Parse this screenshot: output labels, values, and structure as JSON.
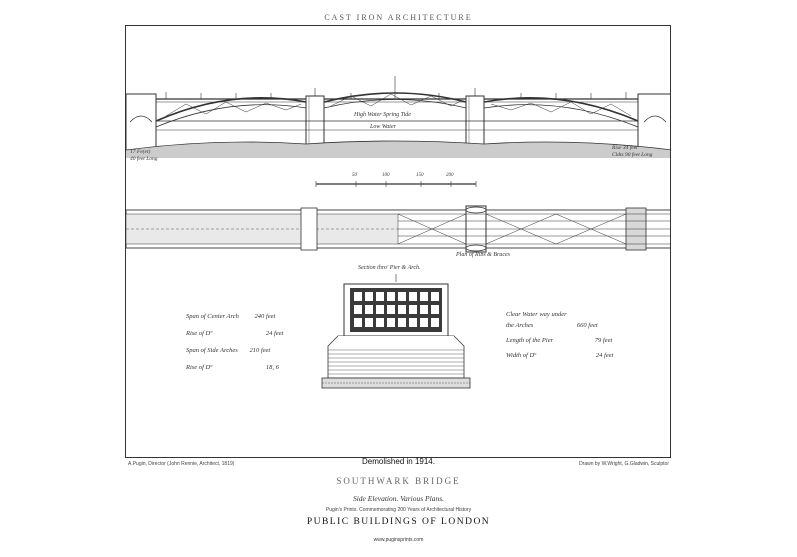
{
  "header": {
    "title": "CAST IRON ARCHITECTURE"
  },
  "elevation": {
    "high_water": "High Water Spring Tide",
    "low_water": "Low Water",
    "left_note_1": "17 Fe(et)",
    "left_note_2": "40 feet Long",
    "right_note_1": "Rise 34 feet",
    "right_note_2": "Cldts 90 feet Long"
  },
  "scale_bar": {
    "labels": [
      "50",
      "100",
      "150",
      "200"
    ]
  },
  "plan": {
    "label": "Plan of Ribs & Braces"
  },
  "section": {
    "label": "Section thro' Pier & Arch."
  },
  "dimensions_left": [
    {
      "label": "Span of Center Arch",
      "value": "240 feet"
    },
    {
      "label": "Rise of Dº",
      "value": "24 feet"
    },
    {
      "label": "Span of Side Arches",
      "value": "210 feet"
    },
    {
      "label": "Rise of Dº",
      "value": "18, 6"
    }
  ],
  "dimensions_right": [
    {
      "label": "Clear Water way under",
      "value": ""
    },
    {
      "label": "the Arches",
      "value": "660 feet"
    },
    {
      "label": "Length of the Pier",
      "value": "79 feet"
    },
    {
      "label": "Width of Dº",
      "value": "24 feet"
    }
  ],
  "credits": {
    "left": "A.Pugin, Director (John Rennie, Architect, 1819)",
    "right": "Drawn by W.Wright, G.Gladwin, Sculptor"
  },
  "demolished": "Demolished in 1914.",
  "bridge_name": "SOUTHWARK BRIDGE",
  "subtitle": "Side Elevation. Various Plans.",
  "commemoration": "Pugin's Prints. Commemorating 200 Years of Architectural History",
  "series_title": "PUBLIC BUILDINGS OF LONDON",
  "website": "www.puginsprints.com"
}
